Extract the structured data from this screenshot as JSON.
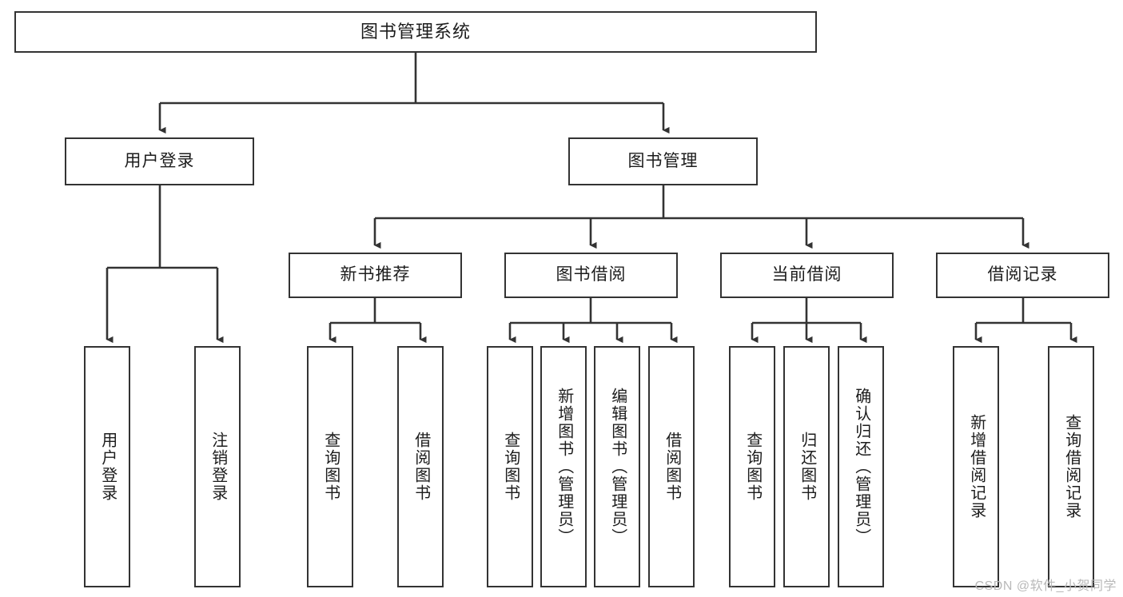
{
  "diagram": {
    "title": "图书管理系统",
    "type": "tree-hierarchy-chart",
    "watermark": "CSDN @软件_小贺同学",
    "colors": {
      "box_border": "#333333",
      "box_fill": "#ffffff",
      "edge": "#333333",
      "text": "#1c1c1c",
      "watermark": "#b9b9b9"
    },
    "nodes": {
      "root": {
        "label": "图书管理系统"
      },
      "level2": [
        {
          "id": "user-login",
          "label": "用户登录"
        },
        {
          "id": "book-management",
          "label": "图书管理"
        }
      ],
      "level3": [
        {
          "id": "new-book-recommend",
          "label": "新书推荐"
        },
        {
          "id": "book-borrow",
          "label": "图书借阅"
        },
        {
          "id": "current-borrow",
          "label": "当前借阅"
        },
        {
          "id": "borrow-record",
          "label": "借阅记录"
        }
      ],
      "leaves": {
        "user_login": [
          {
            "id": "leaf-user-login",
            "label": "用户登录"
          },
          {
            "id": "leaf-logout-login",
            "label": "注销登录"
          }
        ],
        "new_book_recommend": [
          {
            "id": "leaf-query-book-1",
            "label": "查询图书"
          },
          {
            "id": "leaf-borrow-book-1",
            "label": "借阅图书"
          }
        ],
        "book_borrow": [
          {
            "id": "leaf-query-book-2",
            "label": "查询图书"
          },
          {
            "id": "leaf-add-book",
            "label": "新增图书（管理员）"
          },
          {
            "id": "leaf-edit-book",
            "label": "编辑图书（管理员）"
          },
          {
            "id": "leaf-borrow-book-2",
            "label": "借阅图书"
          }
        ],
        "current_borrow": [
          {
            "id": "leaf-query-book-3",
            "label": "查询图书"
          },
          {
            "id": "leaf-return-book",
            "label": "归还图书"
          },
          {
            "id": "leaf-confirm-return",
            "label": "确认归还（管理员）"
          }
        ],
        "borrow_record": [
          {
            "id": "leaf-add-record",
            "label": "新增借阅记录"
          },
          {
            "id": "leaf-query-record",
            "label": "查询借阅记录"
          }
        ]
      }
    }
  }
}
